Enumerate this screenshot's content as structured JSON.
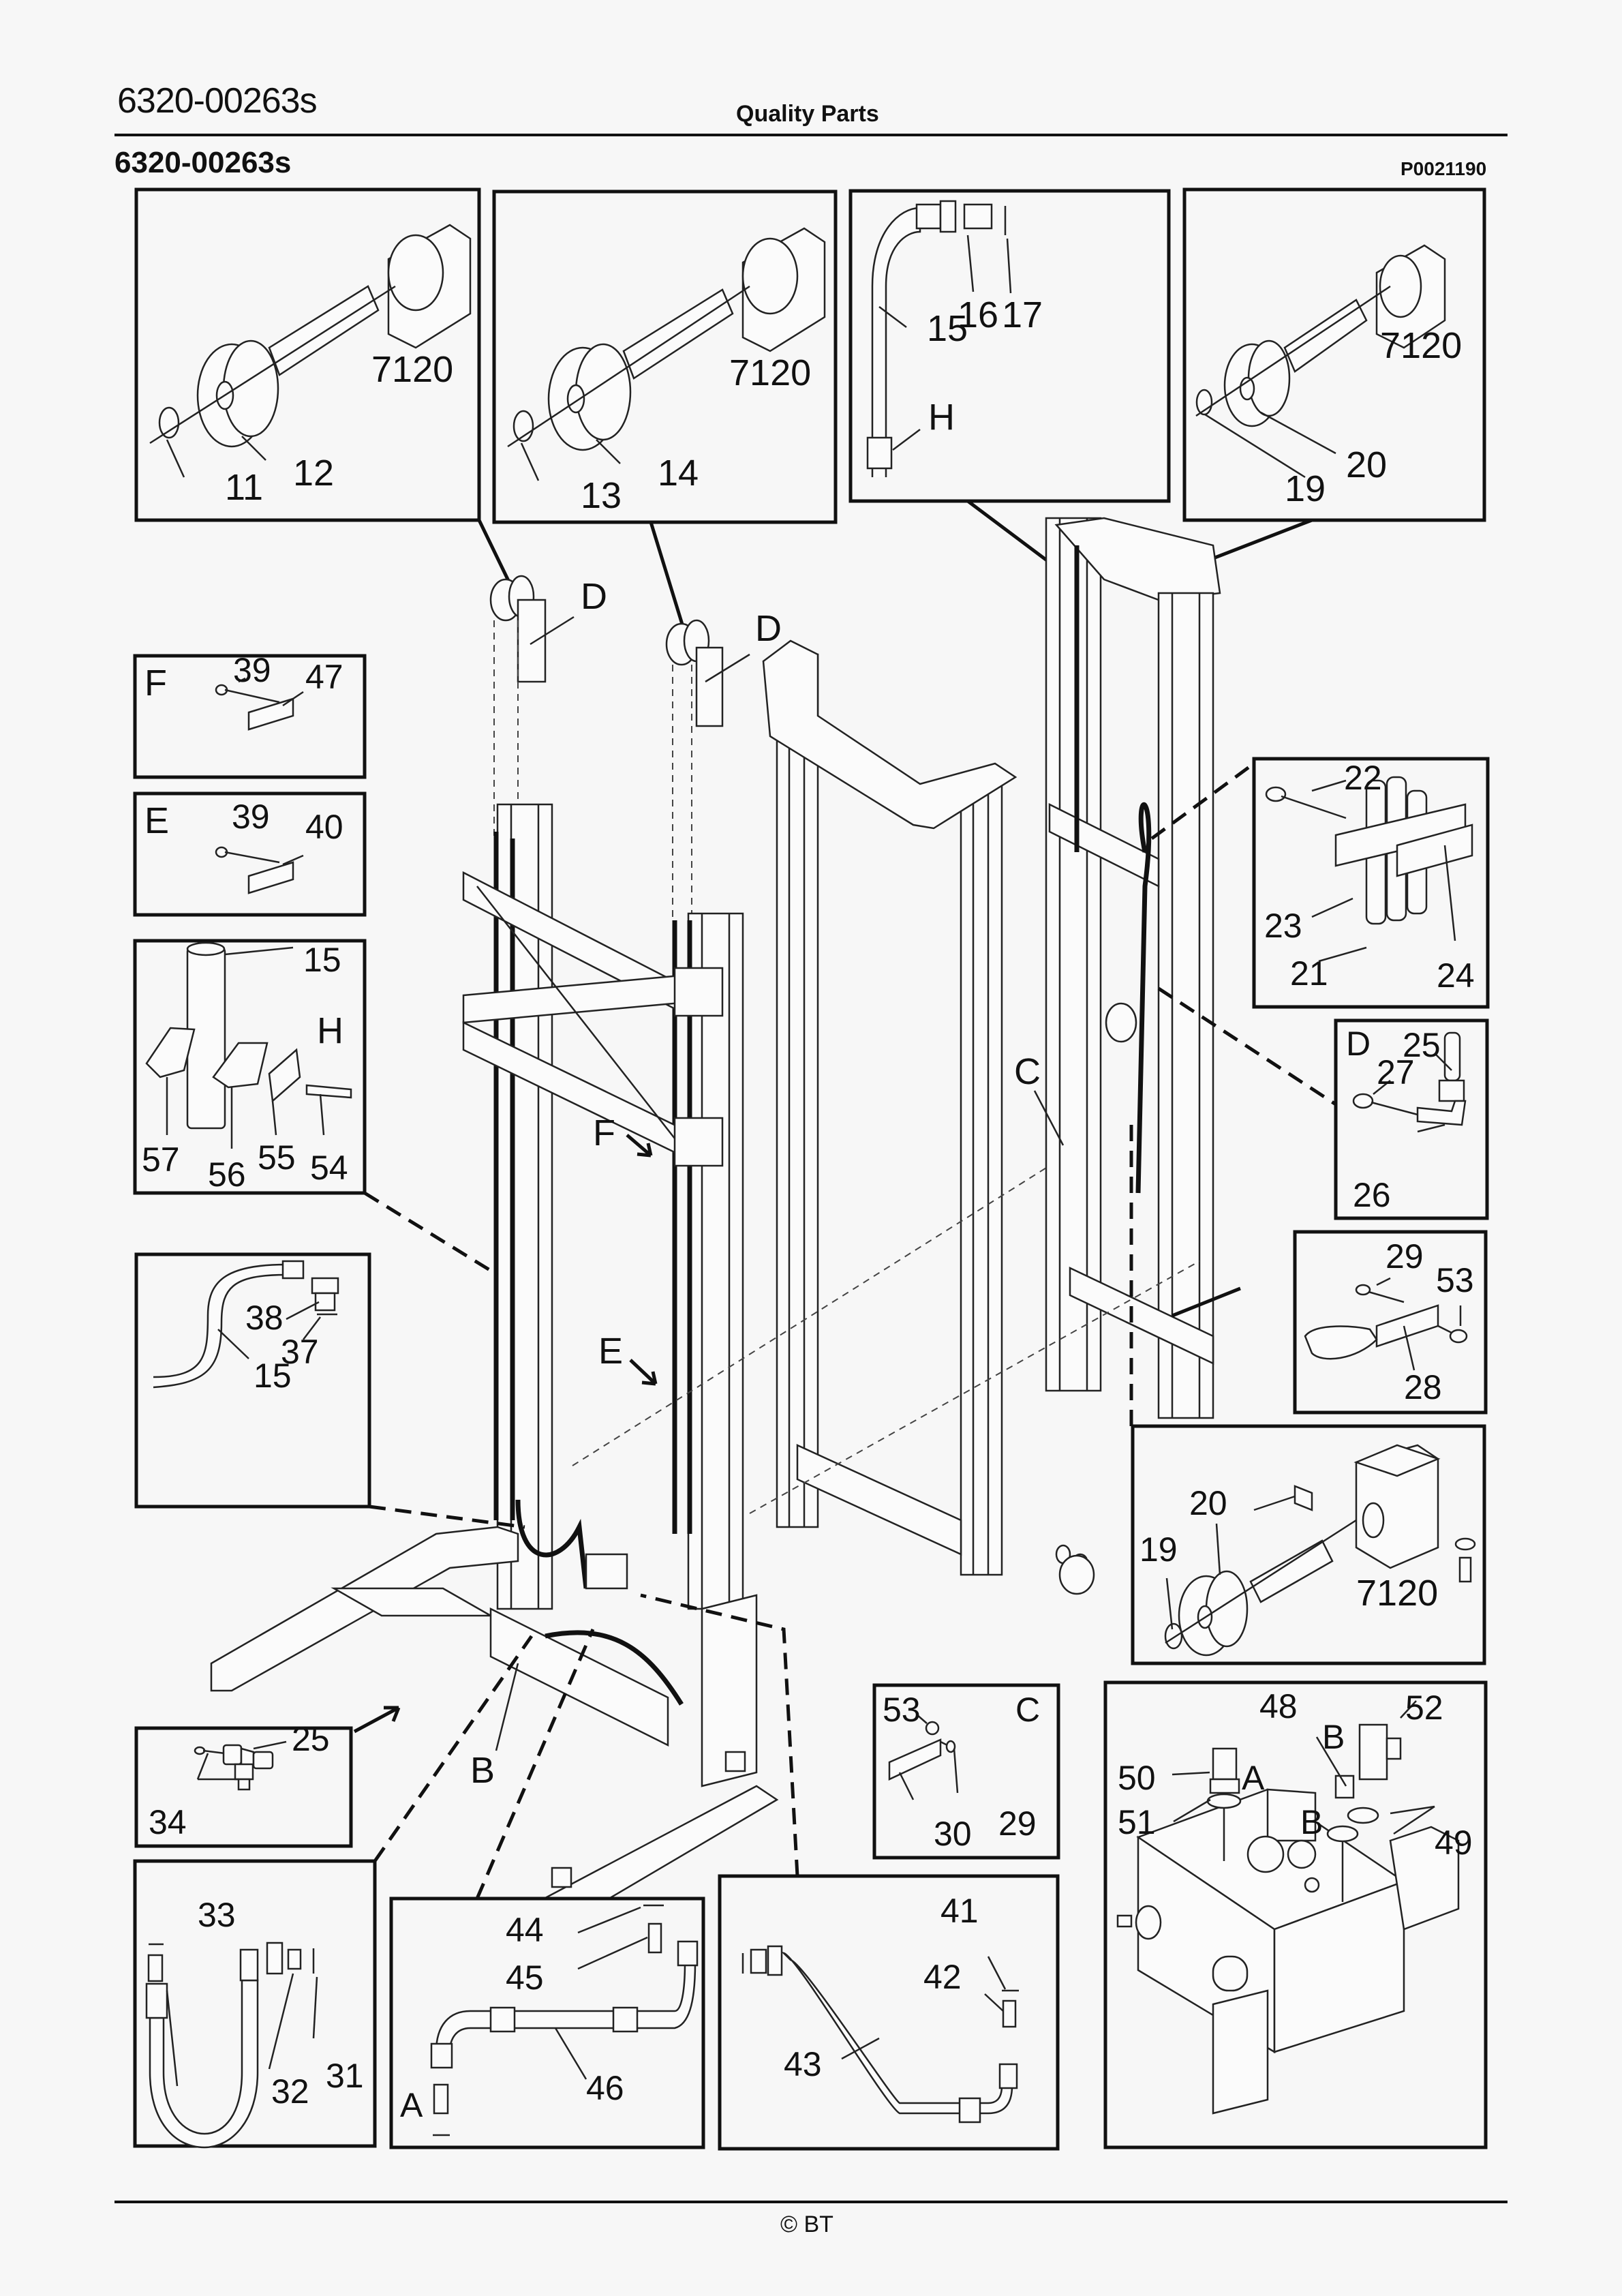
{
  "header": {
    "doc_code": "6320-00263s",
    "brand_line": "Quality Parts",
    "section_code": "6320-00263s",
    "drawing_ref": "P0021190"
  },
  "footer": {
    "copyright": "© BT"
  },
  "detail_boxes": {
    "sheave_left": {
      "callouts": [
        "11",
        "12",
        "7120"
      ]
    },
    "sheave_mid": {
      "callouts": [
        "13",
        "14",
        "7120"
      ]
    },
    "hose_top": {
      "callouts": [
        "15",
        "16",
        "17",
        "H"
      ]
    },
    "sheave_right": {
      "callouts": [
        "19",
        "20",
        "7120"
      ]
    },
    "bracket_f": {
      "view": "F",
      "callouts": [
        "39",
        "47"
      ]
    },
    "bracket_e": {
      "view": "E",
      "callouts": [
        "39",
        "40"
      ]
    },
    "clamp_h": {
      "view": "H",
      "callouts": [
        "15",
        "57",
        "56",
        "55",
        "54"
      ]
    },
    "hose_lower": {
      "callouts": [
        "38",
        "37",
        "15"
      ]
    },
    "tee_fitting": {
      "callouts": [
        "25",
        "34"
      ]
    },
    "hose_u": {
      "callouts": [
        "33",
        "32",
        "31"
      ]
    },
    "hose_a": {
      "view": "A",
      "callouts": [
        "44",
        "45",
        "46"
      ]
    },
    "hose_s": {
      "callouts": [
        "41",
        "42",
        "43"
      ]
    },
    "hose_clamp_block": {
      "callouts": [
        "22",
        "23",
        "21",
        "24"
      ]
    },
    "elbow_d": {
      "view": "D",
      "callouts": [
        "25",
        "27",
        "26"
      ]
    },
    "hook_bracket": {
      "callouts": [
        "29",
        "53",
        "28"
      ]
    },
    "sheave_lower": {
      "callouts": [
        "20",
        "19",
        "7120"
      ]
    },
    "bracket_c": {
      "view": "C",
      "callouts": [
        "53",
        "29",
        "30"
      ]
    },
    "valve_block": {
      "callouts": [
        "48",
        "52",
        "B",
        "50",
        "A",
        "51",
        "B",
        "49"
      ]
    }
  },
  "main_assembly": {
    "view_markers": [
      "D",
      "D",
      "F",
      "E",
      "C",
      "B"
    ]
  }
}
